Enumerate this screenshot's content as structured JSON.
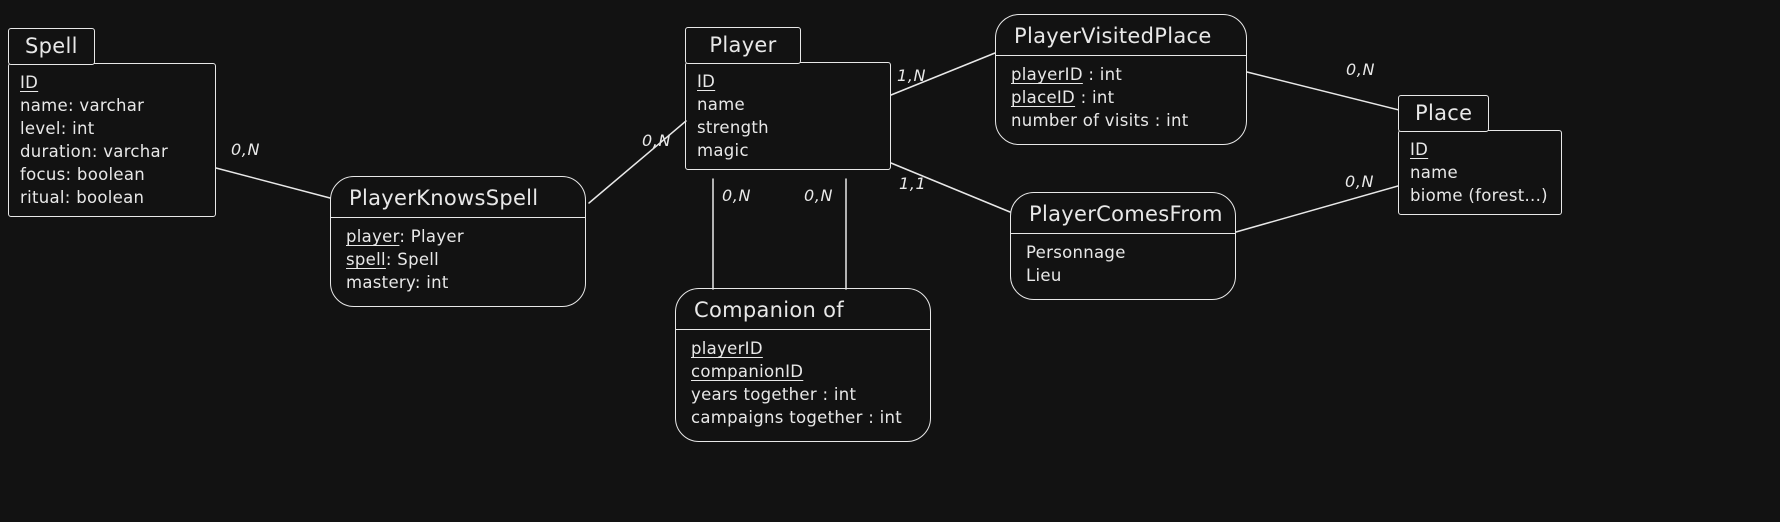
{
  "colors": {
    "background": "#121212",
    "stroke": "#e8e8e8"
  },
  "entities": {
    "spell": {
      "title": "Spell",
      "attrs": [
        {
          "u": "ID",
          "t": ""
        },
        {
          "u": "",
          "t": "name: varchar"
        },
        {
          "u": "",
          "t": "level: int"
        },
        {
          "u": "",
          "t": "duration: varchar"
        },
        {
          "u": "",
          "t": "focus: boolean"
        },
        {
          "u": "",
          "t": "ritual: boolean"
        }
      ]
    },
    "player": {
      "title": "Player",
      "attrs": [
        {
          "u": "ID",
          "t": ""
        },
        {
          "u": "",
          "t": "name"
        },
        {
          "u": "",
          "t": "strength"
        },
        {
          "u": "",
          "t": "magic"
        }
      ]
    },
    "place": {
      "title": "Place",
      "attrs": [
        {
          "u": "ID",
          "t": ""
        },
        {
          "u": "",
          "t": "name"
        },
        {
          "u": "",
          "t": "biome (forest...)"
        }
      ]
    }
  },
  "relations": {
    "player_knows_spell": {
      "title": "PlayerKnowsSpell",
      "attrs": [
        {
          "u": "player",
          "t": ": Player"
        },
        {
          "u": "spell",
          "t": ": Spell"
        },
        {
          "u": "",
          "t": "mastery: int"
        }
      ]
    },
    "player_visited_place": {
      "title": "PlayerVisitedPlace",
      "attrs": [
        {
          "u": "playerID",
          "t": " : int"
        },
        {
          "u": "placeID",
          "t": " : int"
        },
        {
          "u": "",
          "t": "number of visits : int"
        }
      ]
    },
    "player_comes_from": {
      "title": "PlayerComesFrom",
      "attrs": [
        {
          "u": "",
          "t": "Personnage"
        },
        {
          "u": "",
          "t": "Lieu"
        }
      ]
    },
    "companion_of": {
      "title": "Companion of",
      "attrs": [
        {
          "u": "playerID",
          "t": ""
        },
        {
          "u": "companionID",
          "t": ""
        },
        {
          "u": "",
          "t": "years together : int"
        },
        {
          "u": "",
          "t": "campaigns together : int"
        }
      ]
    }
  },
  "cardinalities": {
    "spell_knows": "0,N",
    "knows_player": "0,N",
    "player_visited": "1,N",
    "visited_place": "0,N",
    "player_comesfrom": "1,1",
    "comesfrom_place": "0,N",
    "companion_left": "0,N",
    "companion_right": "0,N"
  }
}
